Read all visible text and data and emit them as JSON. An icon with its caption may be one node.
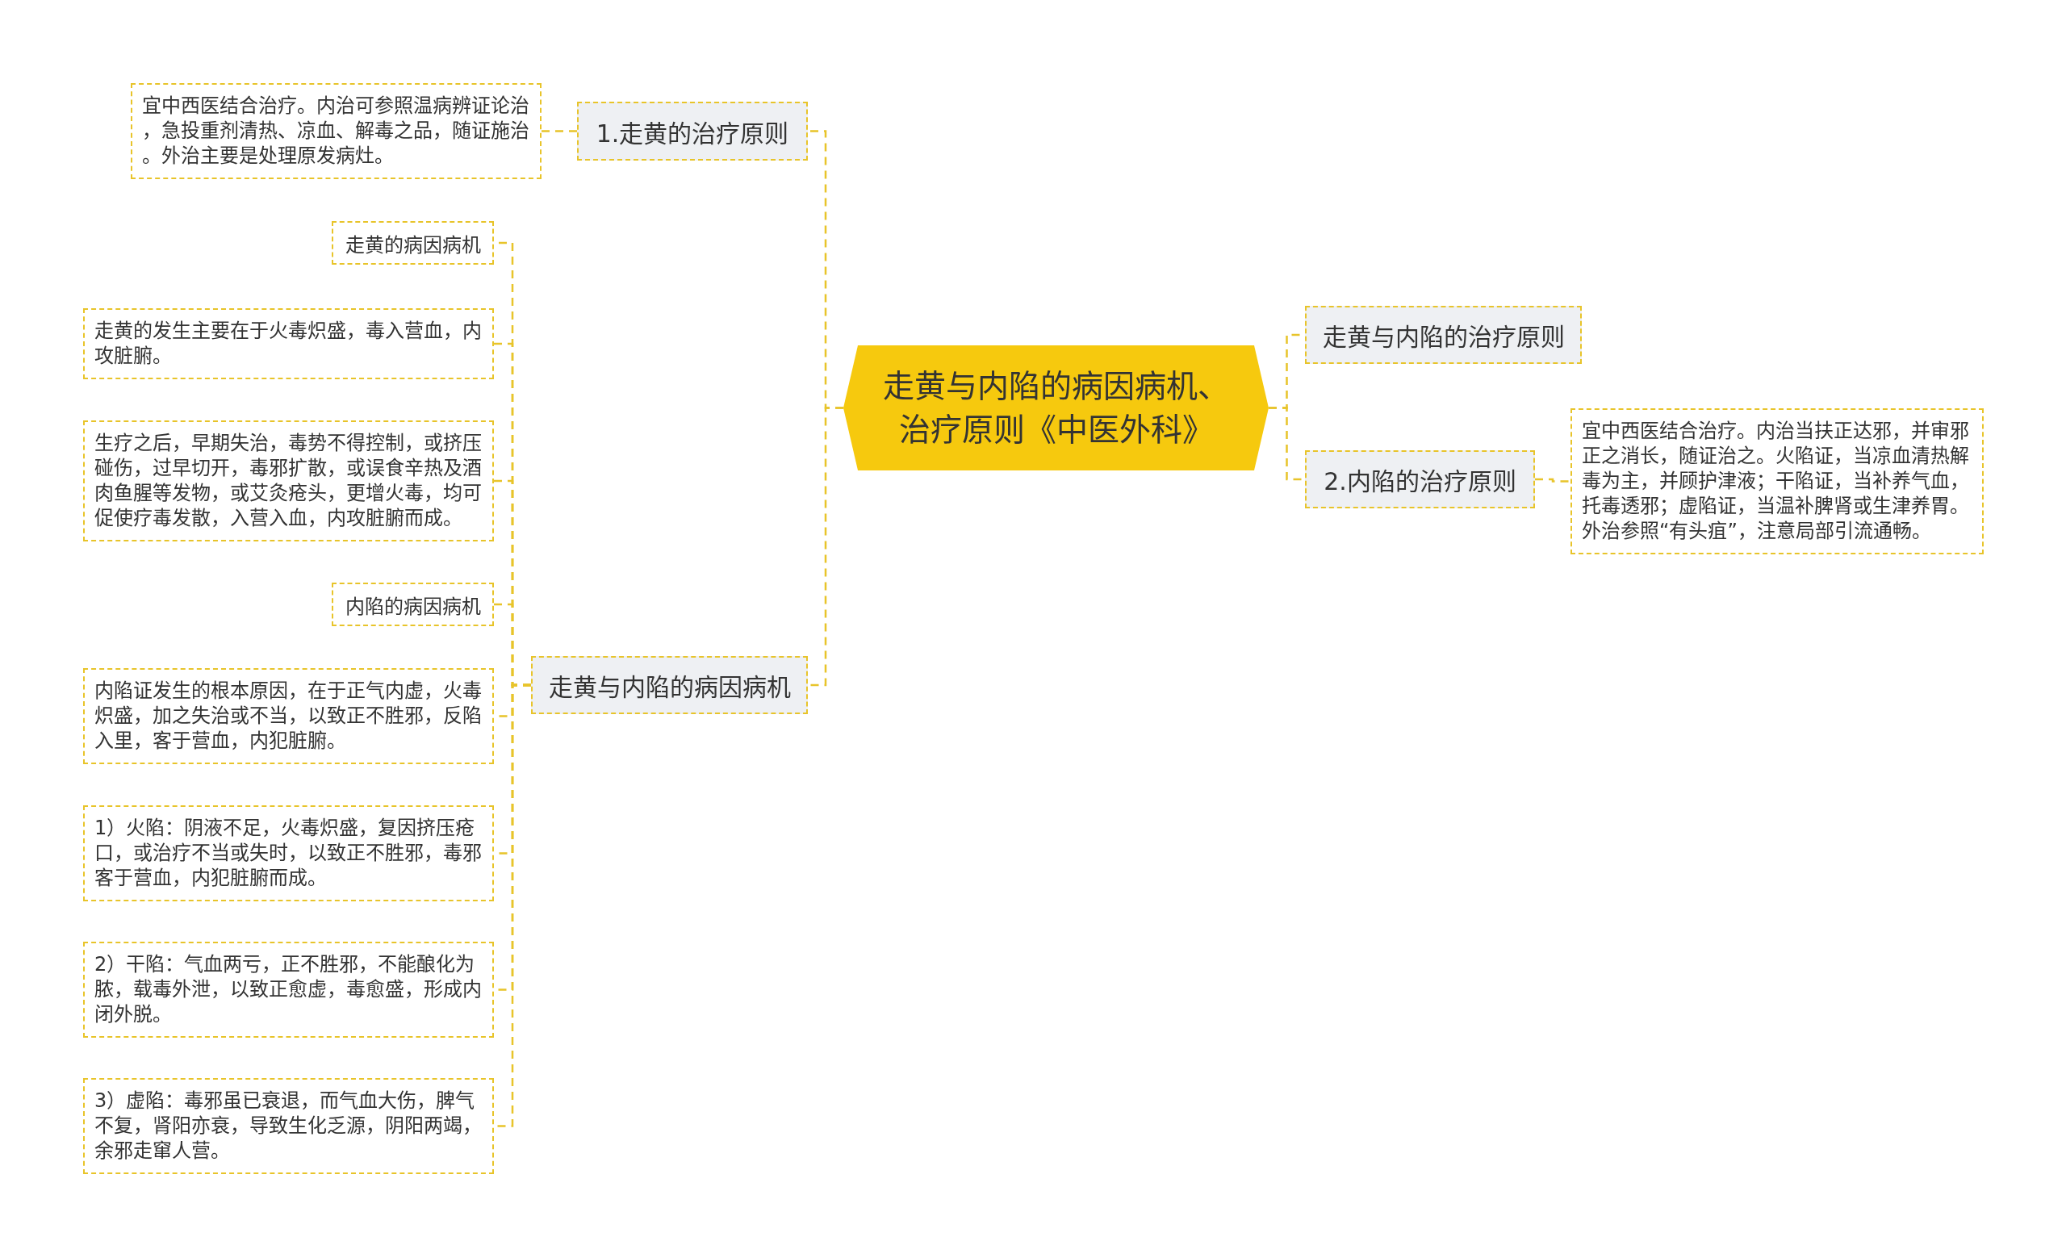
{
  "diagram": {
    "nodes": [
      {
        "text": [
          "走黄与内陷的病因病机、治疗原则《中医外科》"
        ]
      },
      {
        "text": [
          "1.走黄的治疗原则"
        ]
      },
      {
        "text": [
          "宜中西医结合治疗。内治可参照温病辨证论治，急投重剂清热、凉血、解毒之品，随证施治。外治主要是处理原发病灶。"
        ]
      },
      {
        "text": [
          "走黄与内陷的病因病机"
        ]
      },
      {
        "text": [
          "走黄的病因病机"
        ]
      },
      {
        "text": [
          "走黄的发生主要在于火毒炽盛，毒入营血，内攻脏腑。"
        ]
      },
      {
        "text": [
          "生疗之后，早期失治，毒势不得控制，或挤压碰伤，过早切开，毒邪扩散，或误食辛热及酒肉鱼腥等发物，或艾灸疮头，更增火毒，均可促使疗毒发散，入营入血，内攻脏腑而成。"
        ]
      },
      {
        "text": [
          "内陷的病因病机"
        ]
      },
      {
        "text": [
          "内陷证发生的根本原因，在于正气内虚，火毒炽盛，加之失治或不当，以致正不胜邪，反陷入里，客于营血，内犯脏腑。"
        ]
      },
      {
        "text": [
          "1）火陷：阴液不足，火毒炽盛，复因挤压疮口，或治疗不当或失时，以致正不胜邪，毒邪客于营血，内犯脏腑而成。"
        ]
      },
      {
        "text": [
          "2）干陷：气血两亏，正不胜邪，不能酿化为脓，载毒外泄，以致正愈虚，毒愈盛，形成内闭外脱。"
        ]
      },
      {
        "text": [
          "3）虚陷：毒邪虽已衰退，而气血大伤，脾气不复，肾阳亦衰，导致生化乏源，阴阳两竭，余邪走窜人营。"
        ]
      },
      {
        "text": [
          "走黄与内陷的治疗原则"
        ]
      },
      {
        "text": [
          "2.内陷的治疗原则"
        ]
      },
      {
        "text": [
          "宜中西医结合治疗。内治当扶正达邪，并审邪正之消长，随证治之。火陷证，当凉血清热解毒为主，并顾护津液；干陷证，当补养气血，托毒透邪；虚陷证，当温补脾肾或生津养胃。外治参照“有头疽”，注意局部引流通畅。"
        ]
      }
    ],
    "edges": [
      {
        "from": 0,
        "to": 1,
        "arrow": "none"
      },
      {
        "from": 1,
        "to": 2,
        "arrow": "none"
      },
      {
        "from": 0,
        "to": 3,
        "arrow": "none"
      },
      {
        "from": 3,
        "to": 4,
        "arrow": "none"
      },
      {
        "from": 3,
        "to": 5,
        "arrow": "none"
      },
      {
        "from": 3,
        "to": 6,
        "arrow": "none"
      },
      {
        "from": 3,
        "to": 7,
        "arrow": "none"
      },
      {
        "from": 3,
        "to": 8,
        "arrow": "none"
      },
      {
        "from": 3,
        "to": 9,
        "arrow": "none"
      },
      {
        "from": 3,
        "to": 10,
        "arrow": "none"
      },
      {
        "from": 3,
        "to": 11,
        "arrow": "none"
      },
      {
        "from": 0,
        "to": 12,
        "arrow": "none"
      },
      {
        "from": 0,
        "to": 13,
        "arrow": "none"
      },
      {
        "from": 13,
        "to": 14,
        "arrow": "none"
      }
    ]
  }
}
